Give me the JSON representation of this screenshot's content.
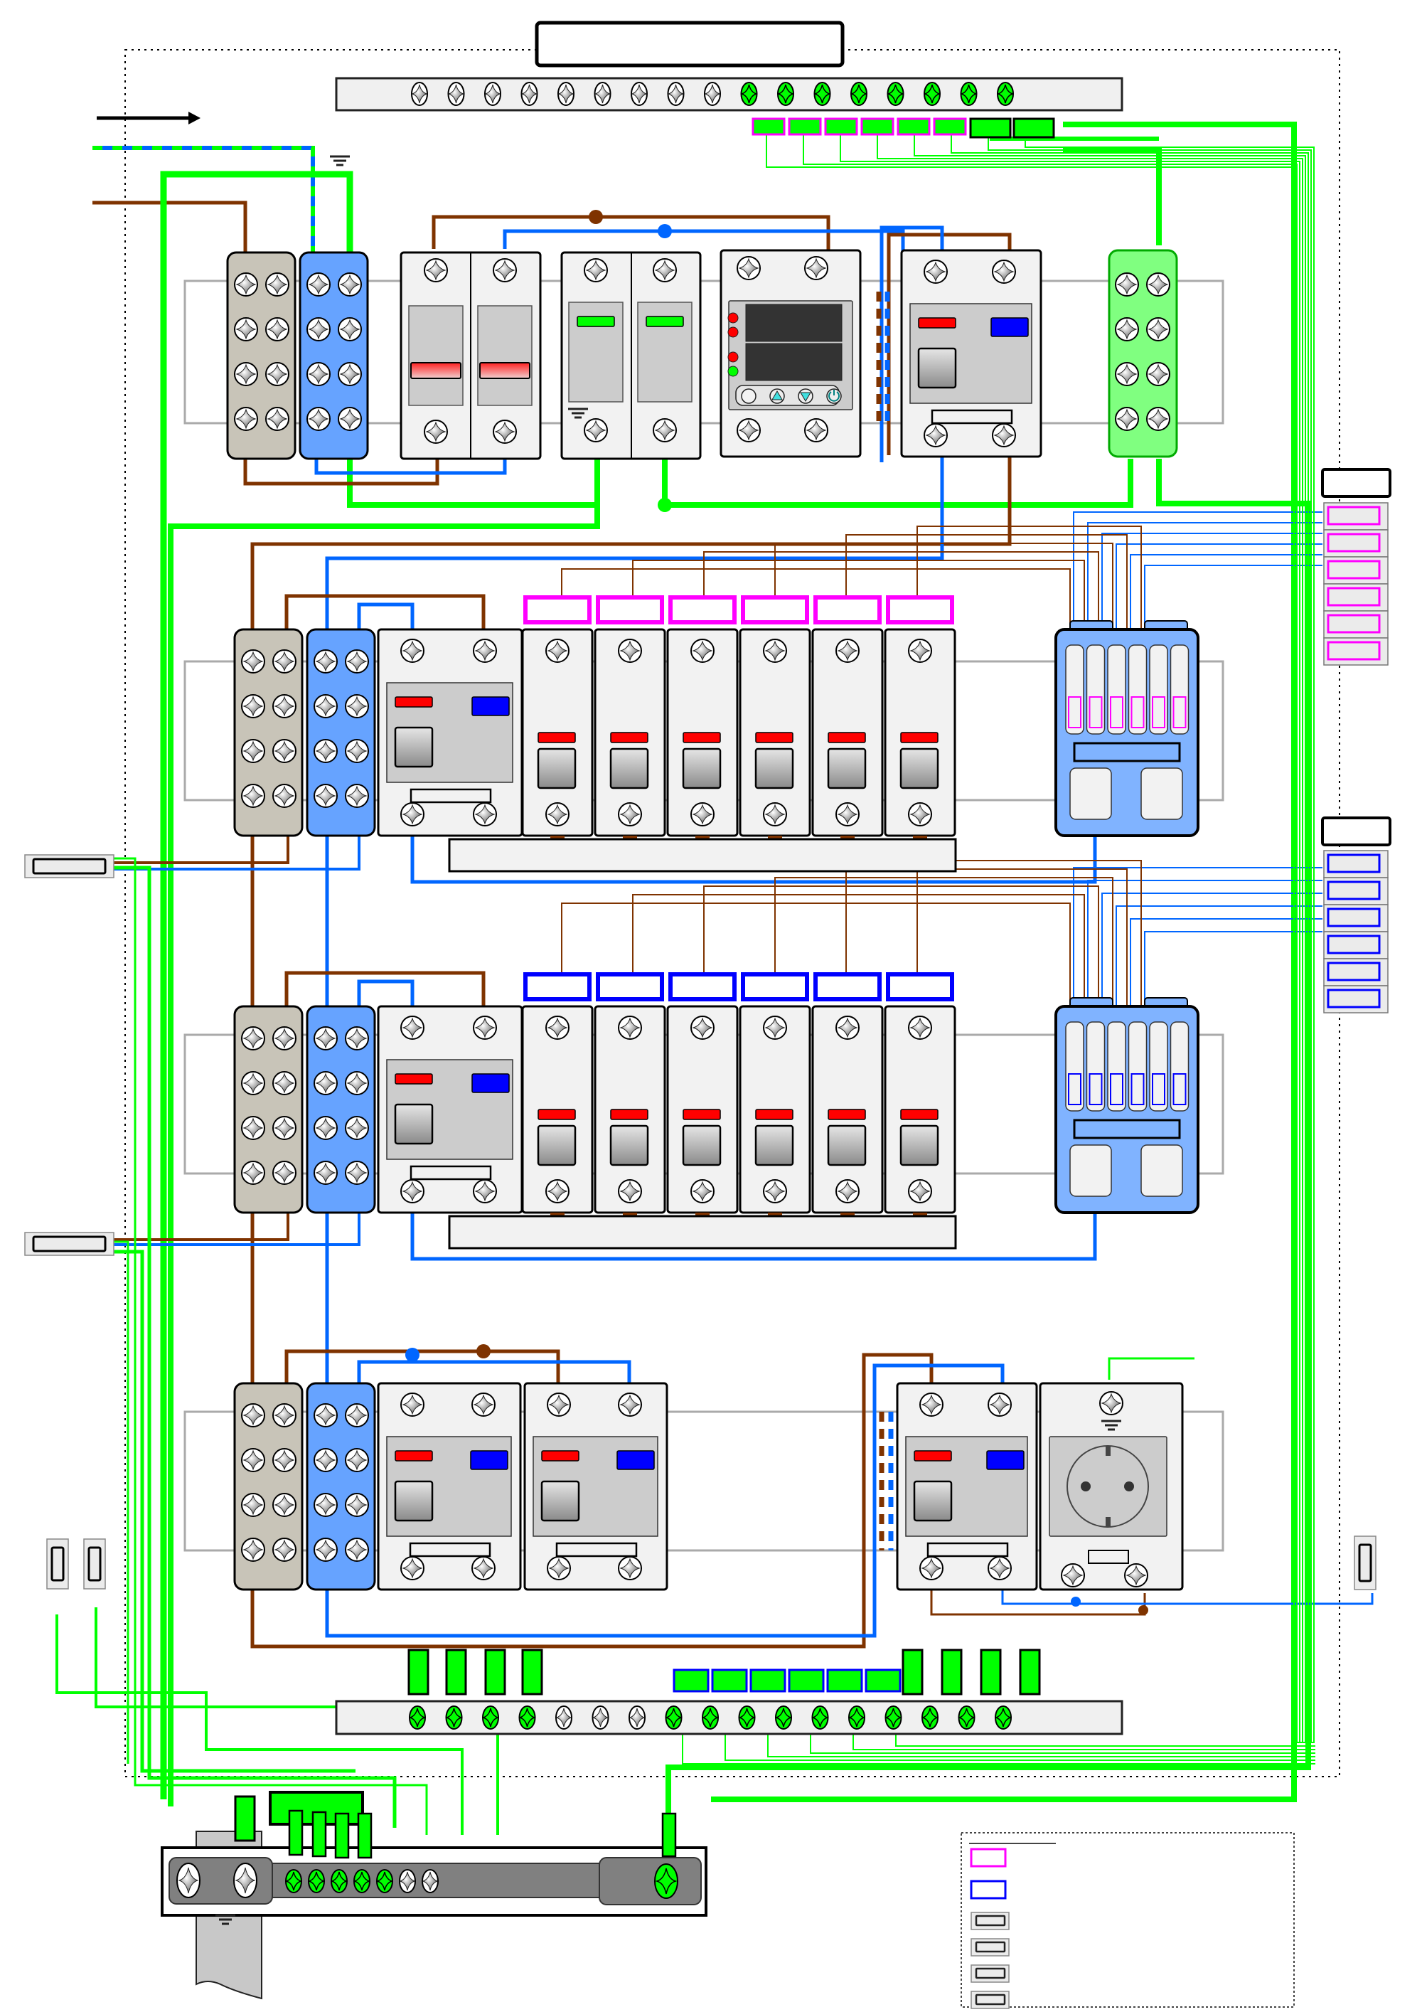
{
  "title_box": {
    "text": ""
  },
  "legend": {
    "heading": "",
    "items": [
      {
        "kind": "label-magenta",
        "text": ""
      },
      {
        "kind": "label-blue",
        "text": ""
      },
      {
        "kind": "cable-entry",
        "text": ""
      },
      {
        "kind": "cable-entry",
        "text": ""
      },
      {
        "kind": "cable-entry",
        "text": ""
      },
      {
        "kind": "cable-entry",
        "text": ""
      }
    ]
  },
  "colors": {
    "phase": "#7f3300",
    "neutral": "#0066ff",
    "earth": "#00ff00",
    "label_magenta": "#ff00ff",
    "label_blue": "#0000ff",
    "rcd_red": "#ff0000",
    "rcd_blue": "#0000ff",
    "terminal_grey": "#c8c4b8",
    "terminal_blue": "#66a3ff",
    "terminal_green": "#80ff80",
    "module_bg": "#f2f2f2",
    "panel_grey": "#cccccc",
    "bus_grey": "#808080",
    "junction_blue": "#80b3ff"
  },
  "top_earth_bar": {
    "white_screws": 9,
    "green_screws": 8
  },
  "top_bar_taps": {
    "magenta_taps": 6,
    "black_taps": 2
  },
  "bottom_earth_bar": {
    "screw_pattern": [
      "g",
      "g",
      "g",
      "g",
      "w",
      "w",
      "w",
      "g",
      "g",
      "g",
      "g",
      "g",
      "g",
      "g",
      "g",
      "g",
      "g"
    ]
  },
  "bottom_bar_blue_taps": 6,
  "main_bar": {
    "green_screws": 5,
    "white_screws": 2
  },
  "rows": [
    {
      "id": "row-1",
      "modules": [
        "terminal-grey",
        "terminal-blue",
        "main-switch-2p",
        "surge-protector-2p",
        "voltage-relay",
        "rcbo",
        "terminal-green"
      ]
    },
    {
      "id": "row-2",
      "label_color": "magenta",
      "modules": [
        "terminal-grey",
        "terminal-blue",
        "rcd",
        "mcb",
        "mcb",
        "mcb",
        "mcb",
        "mcb",
        "mcb",
        "junction-box"
      ],
      "mcb_count": 6
    },
    {
      "id": "row-3",
      "label_color": "blue",
      "modules": [
        "terminal-grey",
        "terminal-blue",
        "rcd",
        "mcb",
        "mcb",
        "mcb",
        "mcb",
        "mcb",
        "mcb",
        "junction-box"
      ],
      "mcb_count": 6
    },
    {
      "id": "row-4",
      "modules": [
        "terminal-grey",
        "terminal-blue",
        "rcd",
        "rcd",
        "rcd",
        "socket-outlet"
      ]
    }
  ],
  "right_labels_group_1": {
    "header": "",
    "count": 6,
    "color": "magenta"
  },
  "right_labels_group_2": {
    "header": "",
    "count": 6,
    "color": "blue"
  },
  "voltage_relay": {
    "leds_left": [
      "red",
      "red",
      "red",
      "green"
    ],
    "buttons": [
      "blank",
      "up",
      "down",
      "power"
    ]
  }
}
